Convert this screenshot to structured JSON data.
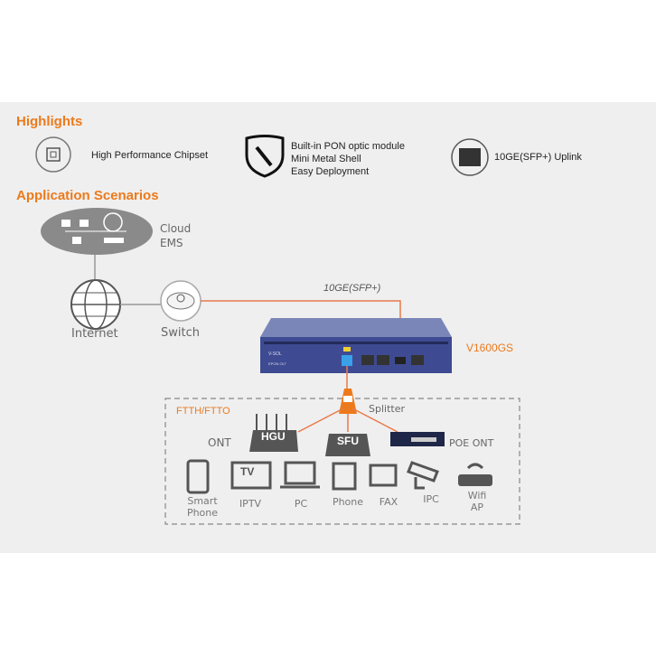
{
  "highlights": {
    "title": "Highlights",
    "items": [
      {
        "icon": "chip-icon",
        "lines": [
          "High Performance Chipset"
        ]
      },
      {
        "icon": "shield-wrench-icon",
        "lines": [
          "Built-in PON optic module",
          "Mini Metal Shell",
          "Easy Deployment"
        ]
      },
      {
        "icon": "sfp-port-icon",
        "lines": [
          "10GE(SFP+) Uplink"
        ]
      }
    ]
  },
  "scenarios": {
    "title": "Application Scenarios",
    "cloud": "Cloud",
    "ems": "EMS",
    "internet": "Internet",
    "switch": "Switch",
    "uplink": "10GE(SFP+)",
    "device": "V1600GS",
    "brand": "V-SOL",
    "model": "EPON OLT",
    "ftth": "FTTH/FTTO",
    "splitter": "Splitter",
    "ont": "ONT",
    "hgu": "HGU",
    "sfu": "SFU",
    "poe": "POE ONT",
    "endpoints": [
      {
        "l1": "Smart",
        "l2": "Phone"
      },
      {
        "l1": "IPTV",
        "l2": ""
      },
      {
        "l1": "PC",
        "l2": ""
      },
      {
        "l1": "Phone",
        "l2": ""
      },
      {
        "l1": "FAX",
        "l2": ""
      },
      {
        "l1": "IPC",
        "l2": ""
      },
      {
        "l1": "Wifi",
        "l2": "AP"
      }
    ],
    "tv_text": "TV"
  },
  "colors": {
    "accent": "#ec7a1c",
    "panel": "#efefef",
    "device": "#4f5c9c"
  }
}
